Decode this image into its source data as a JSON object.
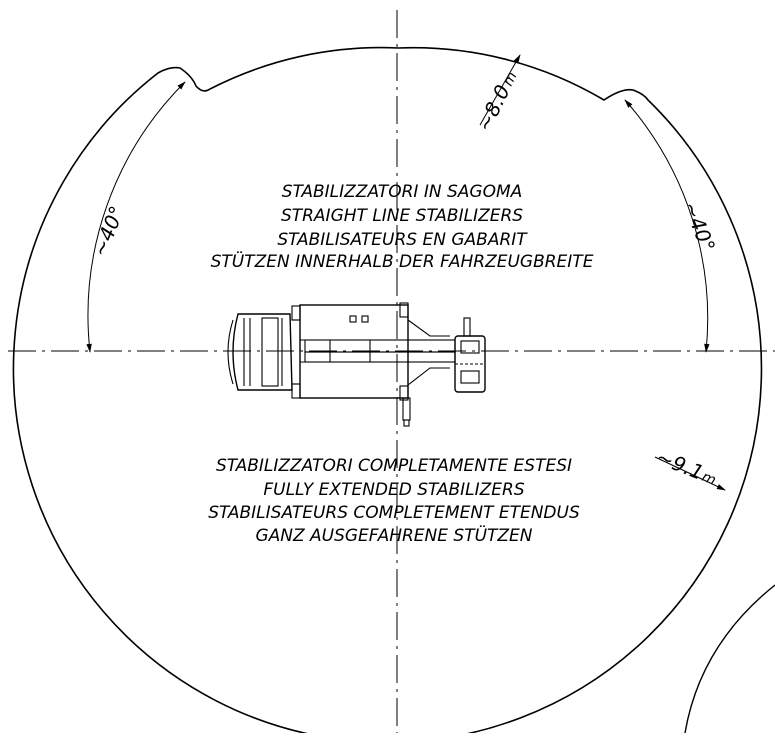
{
  "diagram": {
    "upper_labels": [
      "STABILIZZATORI IN SAGOMA",
      "STRAIGHT LINE STABILIZERS",
      "STABILISATEURS EN GABARIT",
      "STÜTZEN INNERHALB DER FAHRZEUGBREITE"
    ],
    "lower_labels": [
      "STABILIZZATORI COMPLETAMENTE ESTESI",
      "FULLY EXTENDED STABILIZERS",
      "STABILISATEURS COMPLETEMENT ETENDUS",
      "GANZ AUSGEFAHRENE STÜTZEN"
    ],
    "dimensions": {
      "radius_straight": "~8.0",
      "radius_straight_unit": "m",
      "radius_extended": "~9.1",
      "radius_extended_unit": "m",
      "angle_left": "~40°",
      "angle_right": "~40°"
    }
  }
}
